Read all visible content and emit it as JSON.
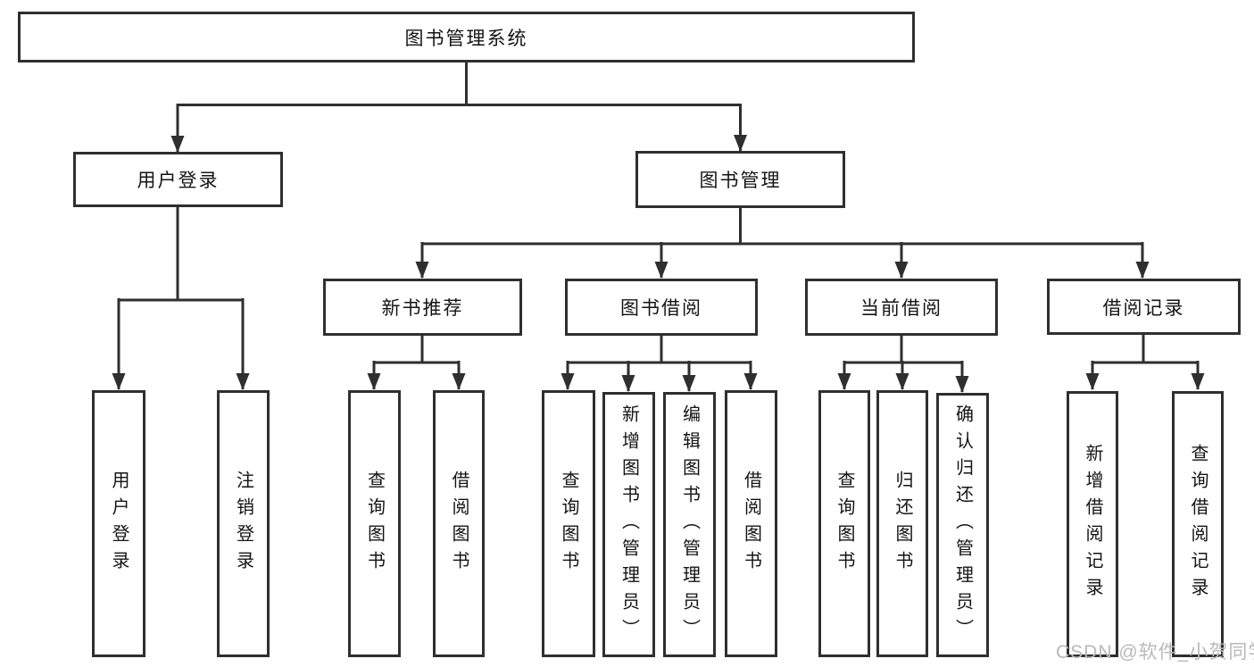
{
  "diagram": {
    "title": "图书管理系统",
    "root": {
      "label": "图书管理系统"
    },
    "level2": [
      {
        "id": "user-login",
        "label": "用户登录"
      },
      {
        "id": "book-management",
        "label": "图书管理"
      }
    ],
    "level3": [
      {
        "id": "new-book-recommend",
        "label": "新书推荐"
      },
      {
        "id": "book-borrow",
        "label": "图书借阅"
      },
      {
        "id": "current-borrow",
        "label": "当前借阅"
      },
      {
        "id": "borrow-records",
        "label": "借阅记录"
      }
    ],
    "leaves": {
      "user_login": [
        {
          "label": "用户登录"
        },
        {
          "label": "注销登录"
        }
      ],
      "new_book": [
        {
          "label": "查询图书"
        },
        {
          "label": "借阅图书"
        }
      ],
      "book_borrow": [
        {
          "label": "查询图书"
        },
        {
          "label": "新增图书（管理员）"
        },
        {
          "label": "编辑图书（管理员）"
        },
        {
          "label": "借阅图书"
        }
      ],
      "current_borrow": [
        {
          "label": "查询图书"
        },
        {
          "label": "归还图书"
        },
        {
          "label": "确认归还（管理员）"
        }
      ],
      "borrow_records": [
        {
          "label": "新增借阅记录"
        },
        {
          "label": "查询借阅记录"
        }
      ]
    }
  },
  "watermark": {
    "text": "CSDN @软件_小贺同学"
  },
  "colors": {
    "line": "#2f2f2f",
    "box_border": "#2f2f2f",
    "box_fill": "#ffffff",
    "text": "#141414",
    "watermark": "#b9b9b9"
  }
}
